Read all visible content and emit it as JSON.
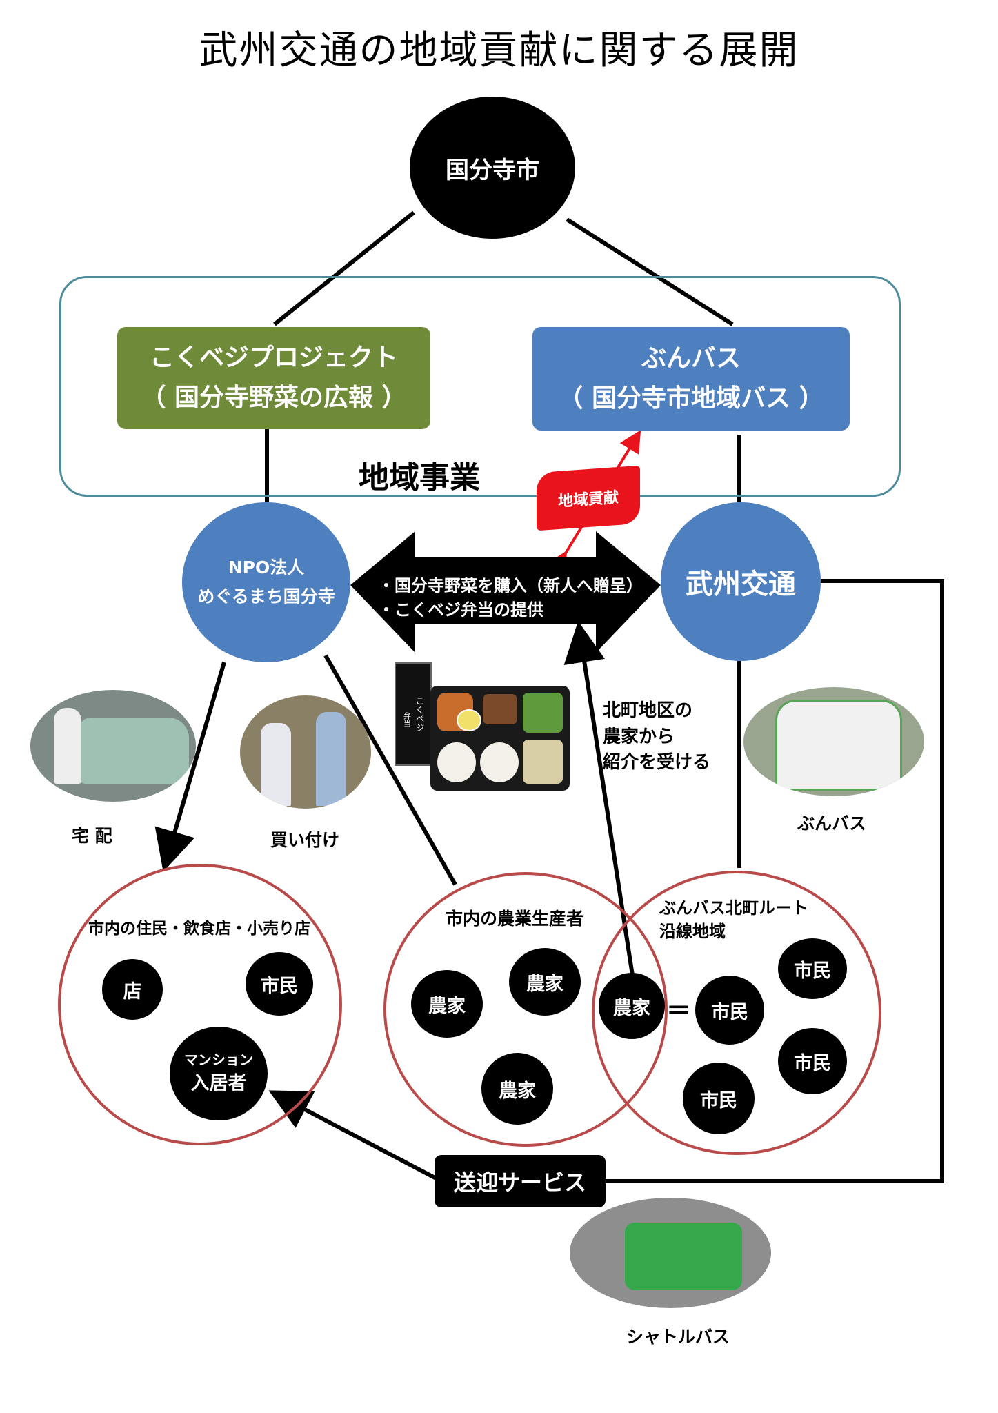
{
  "title": "武州交通の地域貢献に関する展開",
  "city": "国分寺市",
  "region_label": "地域事業",
  "kokuveji": {
    "line1": "こくベジプロジェクト",
    "line2": "（ 国分寺野菜の広報 ）"
  },
  "bunbus": {
    "line1": "ぶんバス",
    "line2": "（ 国分寺市地域バス ）"
  },
  "contribution_flag": "地域貢献",
  "npo": {
    "line1": "NPO法人",
    "line2": "めぐるまち国分寺"
  },
  "bushu": "武州交通",
  "exchange": {
    "item1": "・国分寺野菜を購入（新人へ贈呈）",
    "item2": "・こくベジ弁当の提供"
  },
  "bento_box_text": "こくベジ",
  "bento_sub_text": "弁当",
  "intro": {
    "line1": "北町地区の",
    "line2": "農家から",
    "line3": "紹介を受ける"
  },
  "photos": {
    "delivery": "宅 配",
    "purchase": "買い付け",
    "bunbus": "ぶんバス",
    "shuttle": "シャトルバス"
  },
  "residents_group": {
    "title": "市内の住民・飲食店・小売り店",
    "store": "店",
    "citizen": "市民",
    "mansion_line1": "マンション",
    "mansion_line2": "入居者"
  },
  "farmers_group": {
    "title": "市内の農業生産者",
    "farmer": "農家"
  },
  "route_group": {
    "title_line1": "ぶんバス北町ルート",
    "title_line2": "沿線地域",
    "equals": "＝",
    "citizen": "市民"
  },
  "pickup_service": "送迎サービス",
  "colors": {
    "blue": "#4e7fbf",
    "green": "#6f8b3a",
    "region_border": "#4b8b9a",
    "ring": "#b84a4a",
    "flag": "#e8131b"
  }
}
